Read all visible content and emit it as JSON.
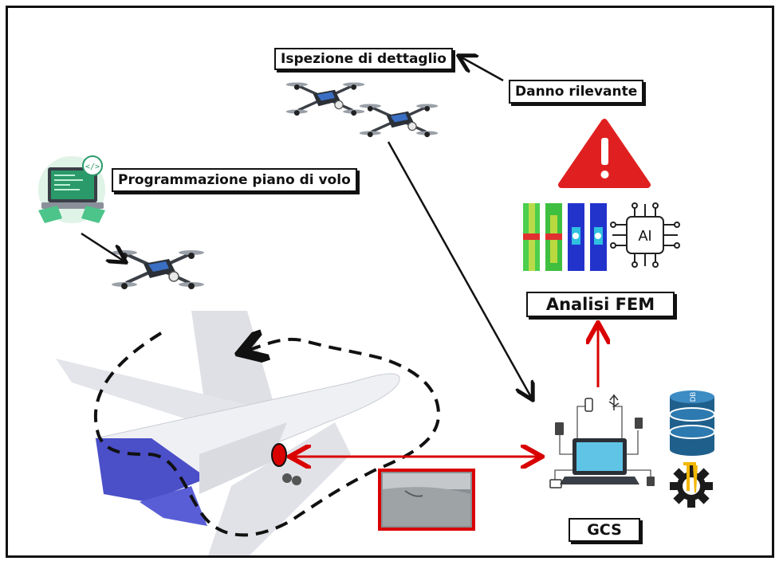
{
  "labels": {
    "ispezione": "Ispezione di dettaglio",
    "danno": "Danno rilevante",
    "programmazione": "Programmazione piano di volo",
    "fem": "Analisi FEM",
    "gcs": "GCS",
    "ai": "AI",
    "db": "DB"
  },
  "colors": {
    "red": "#d90000",
    "drone_body": "#2b2f36",
    "drone_accent": "#3a6fc4",
    "plane_tail": "#4b4fc8",
    "plane_body": "#e9ebf0",
    "laptop_screen": "#5fc4e6",
    "db_blue": "#1f5f8b",
    "gear": "#1b1b1b",
    "gear_accent": "#f2b705"
  }
}
